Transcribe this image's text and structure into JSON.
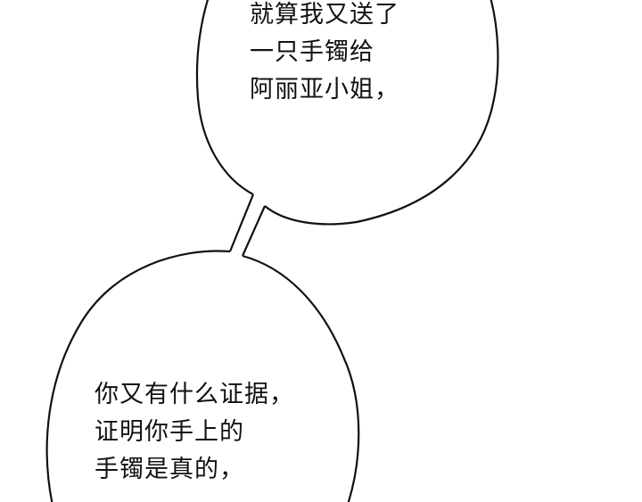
{
  "panel": {
    "background": "#ffffff",
    "stroke_color": "#111111"
  },
  "bubble_top": {
    "lines": [
      "就算我又送了",
      "一只手镯给",
      "阿丽亚小姐，"
    ]
  },
  "bubble_bottom": {
    "lines": [
      "你又有什么证据，",
      "证明你手上的",
      "手镯是真的，"
    ]
  }
}
